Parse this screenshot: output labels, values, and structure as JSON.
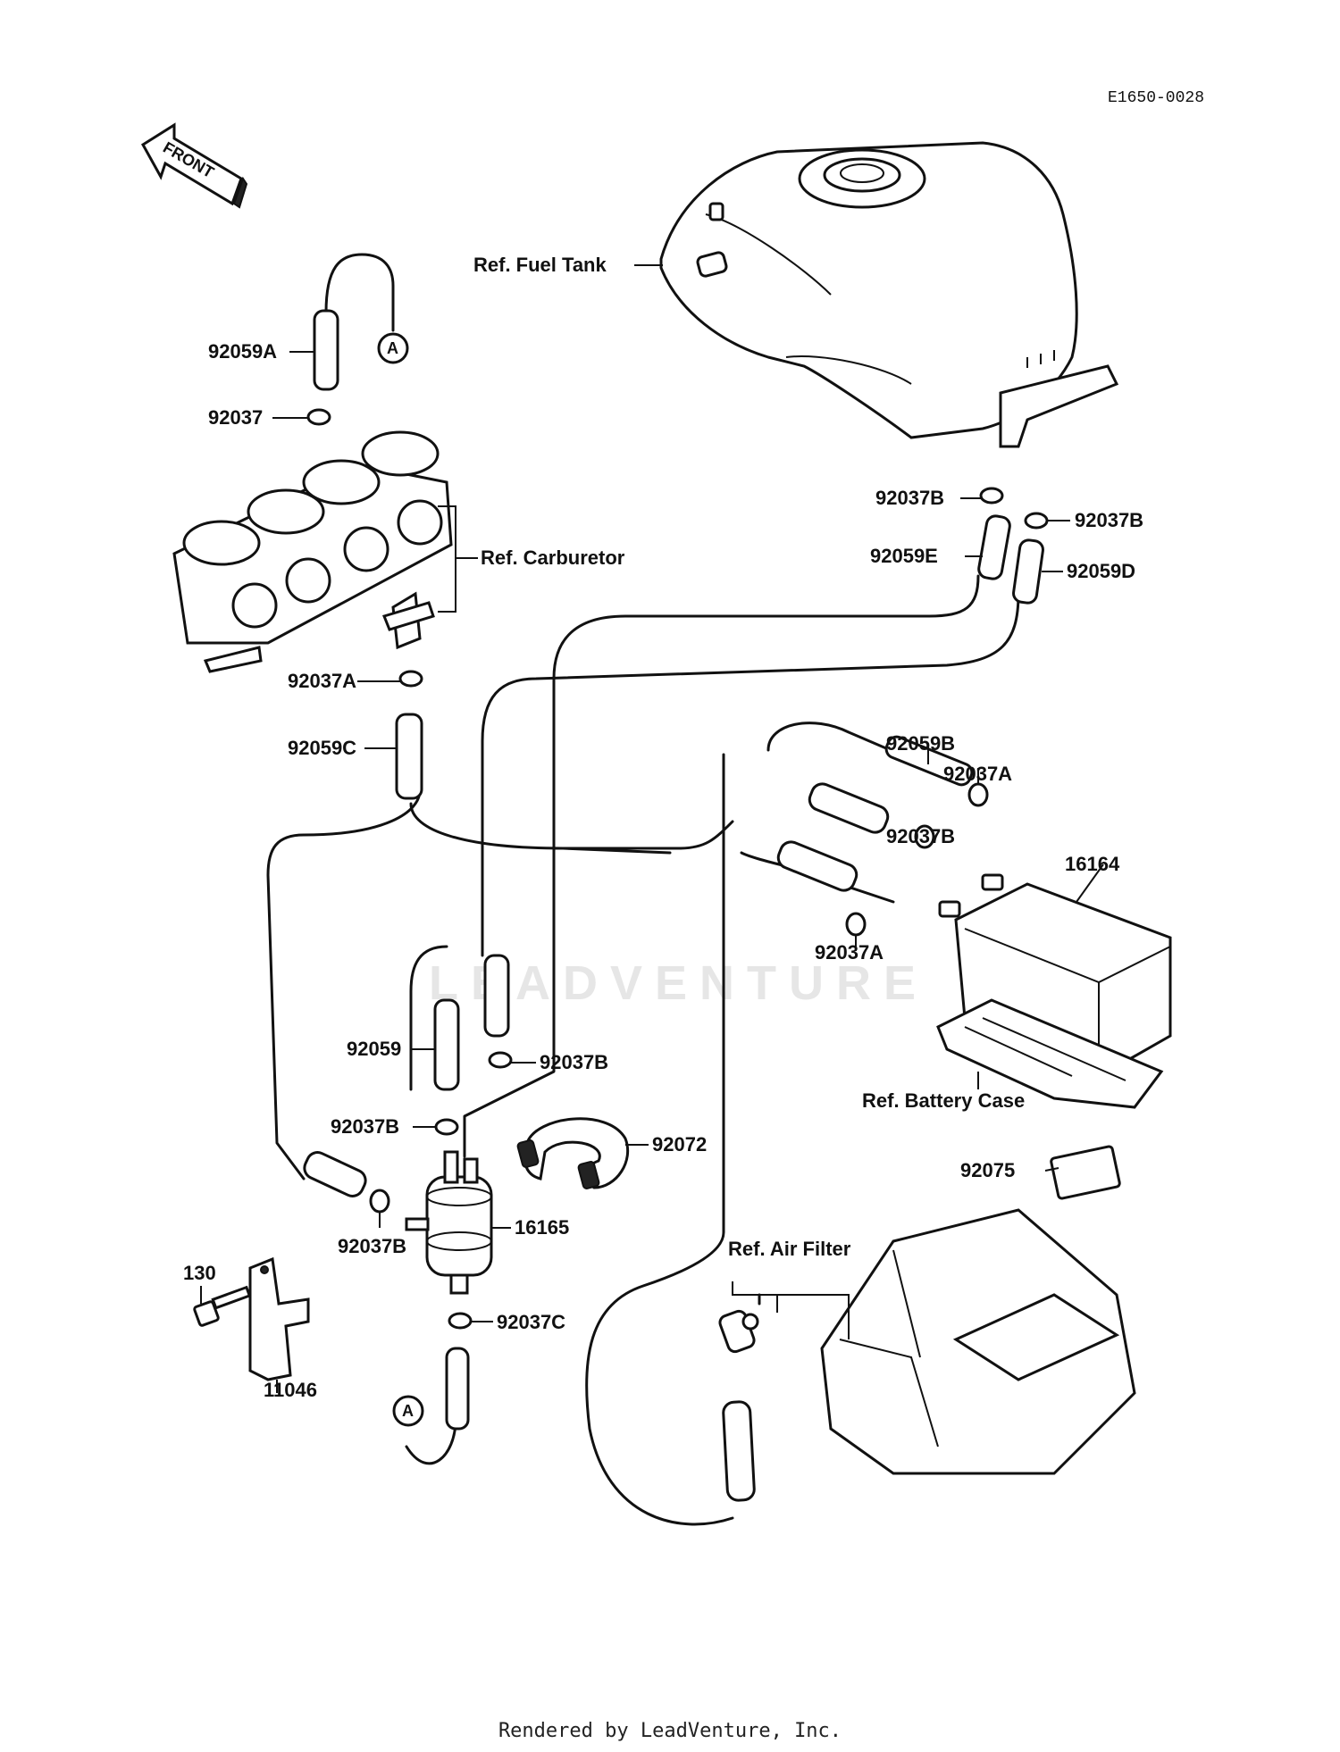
{
  "diagram": {
    "code": "E1650-0028",
    "front_label": "FRONT",
    "watermark": "LEADVENTURE",
    "refs": {
      "fuel_tank": "Ref. Fuel Tank",
      "carburetor": "Ref. Carburetor",
      "battery_case": "Ref. Battery Case",
      "air_filter": "Ref. Air Filter"
    },
    "connector": "A",
    "parts": {
      "p92059A": "92059A",
      "p92037": "92037",
      "p92037A_1": "92037A",
      "p92059C": "92059C",
      "p92037B_1": "92037B",
      "p92037B_2": "92037B",
      "p92059E": "92059E",
      "p92059D": "92059D",
      "p92059B": "92059B",
      "p92037A_2": "92037A",
      "p92037B_3": "92037B",
      "p16164": "16164",
      "p92037A_3": "92037A",
      "p92059": "92059",
      "p92037B_4": "92037B",
      "p92037B_5": "92037B",
      "p92072": "92072",
      "p92075": "92075",
      "p16165": "16165",
      "p92037B_6": "92037B",
      "p130": "130",
      "p11046": "11046",
      "p92037C": "92037C"
    }
  },
  "footer": "Rendered by LeadVenture, Inc."
}
